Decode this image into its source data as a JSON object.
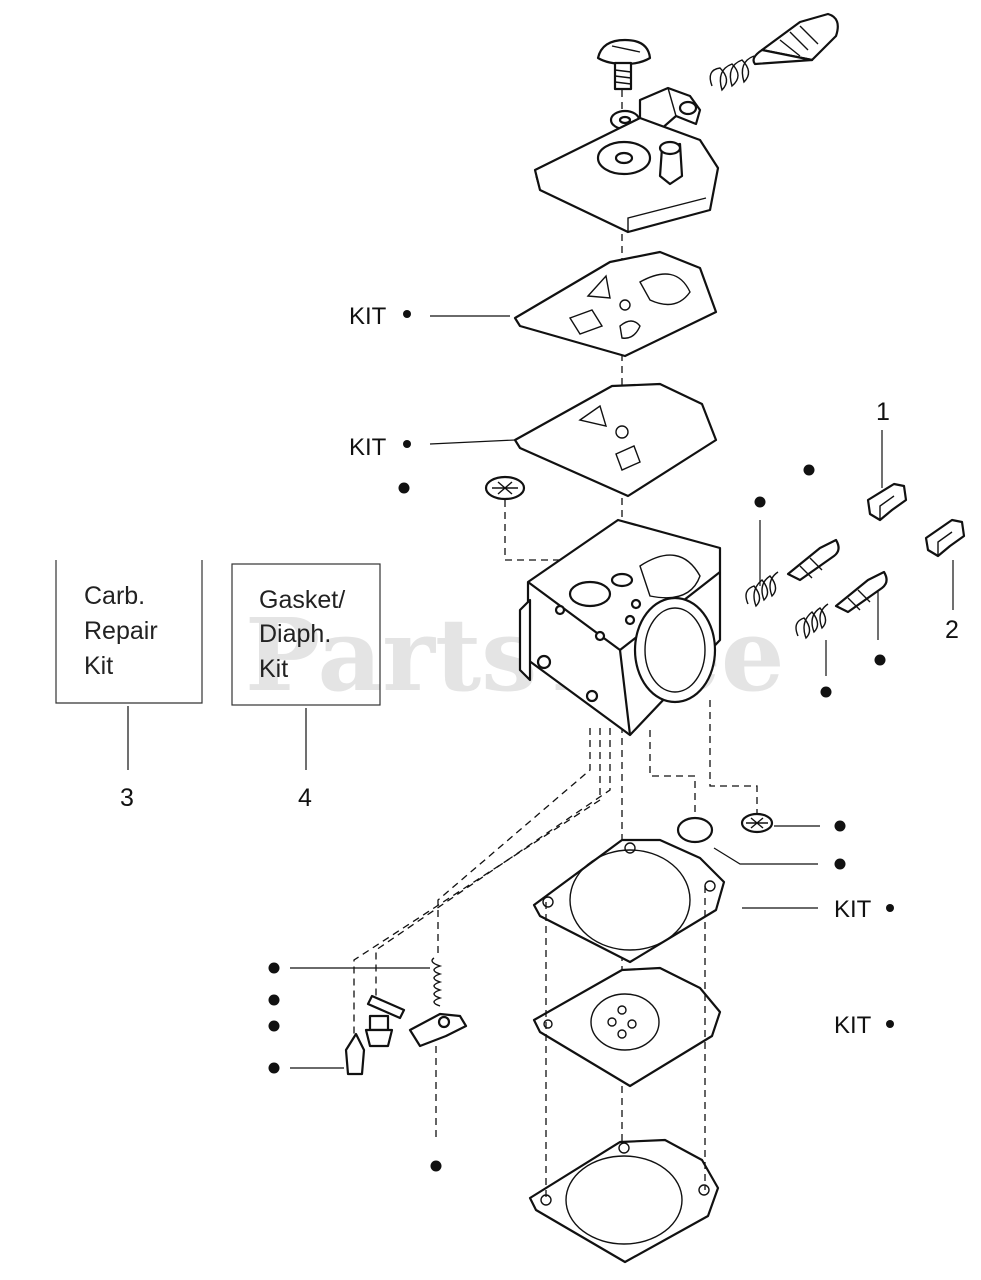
{
  "watermark": "PartsTree",
  "kit_labels": [
    "KIT",
    "KIT",
    "KIT",
    "KIT"
  ],
  "callouts": {
    "c1": "1",
    "c2": "2",
    "c3": "3",
    "c4": "4"
  },
  "carb_repair_box": {
    "line1": "Carb.",
    "line2": "Repair",
    "line3": "Kit"
  },
  "gasket_box": {
    "line1": "Gasket/",
    "line2": "Diaph.",
    "line3": "Kit"
  }
}
